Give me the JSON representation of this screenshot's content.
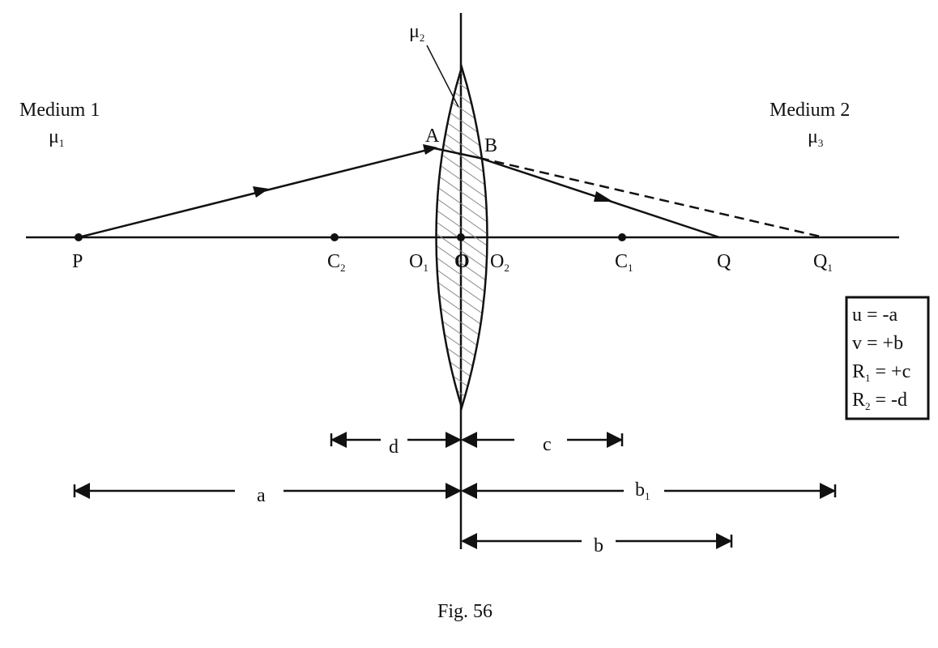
{
  "labels": {
    "medium_left": "Medium 1",
    "mu1": "μ",
    "mu1_sub": "1",
    "medium_right": "Medium 2",
    "mu3": "μ",
    "mu3_sub": "3",
    "mu2": "μ",
    "mu2_sub": "2",
    "A": "A",
    "B": "B",
    "P": "P",
    "C2": "C",
    "C2_sub": "2",
    "O1": "O",
    "O1_sub": "1",
    "O": "O",
    "O2": "O",
    "O2_sub": "2",
    "C1": "C",
    "C1_sub": "1",
    "Q": "Q",
    "Q1": "Q",
    "Q1_sub": "1",
    "d": "d",
    "c": "c",
    "a": "a",
    "b1": "b",
    "b1_sub": "1",
    "b": "b",
    "caption": "Fig. 56"
  },
  "legend": {
    "line1": "u = -a",
    "line2": "v = +b",
    "line3_pre": "R",
    "line3_sub": "1",
    "line3_post": " = +c",
    "line4_pre": "R",
    "line4_sub": "2",
    "line4_post": " = -d"
  },
  "colors": {
    "ink": "#111111",
    "hatch": "#8a8a8a"
  }
}
